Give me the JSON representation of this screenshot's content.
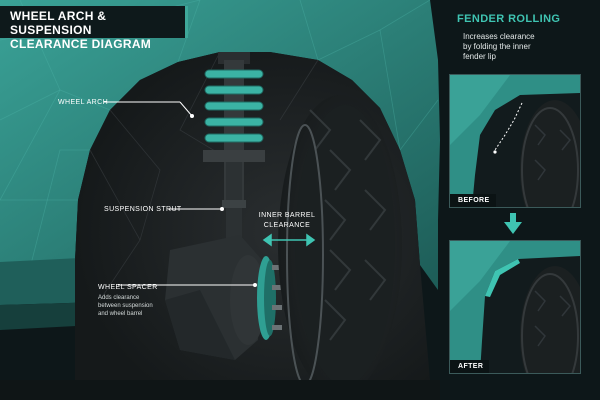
{
  "title": {
    "line1": "WHEEL ARCH & SUSPENSION",
    "line2": "CLEARANCE DIAGRAM"
  },
  "labels": {
    "wheel_arch": "WHEEL ARCH",
    "suspension_strut": "SUSPENSION STRUT",
    "inner_barrel_line1": "INNER BARREL",
    "inner_barrel_line2": "CLEARANCE",
    "wheel_spacer": "WHEEL SPACER",
    "wheel_spacer_desc1": "Adds clearance",
    "wheel_spacer_desc2": "between suspension",
    "wheel_spacer_desc3": "and wheel barrel"
  },
  "fender_rolling": {
    "title": "FENDER ROLLING",
    "desc1": "Increases clearance",
    "desc2": "by folding the inner",
    "desc3": "fender lip",
    "before_label": "BEFORE",
    "after_label": "AFTER"
  },
  "colors": {
    "body_teal": "#2f8f86",
    "body_teal_dark": "#1f5f5a",
    "accent": "#3fc4b2",
    "background": "#0d1719"
  },
  "icons": [
    "down-arrow-icon",
    "double-arrow-icon"
  ]
}
